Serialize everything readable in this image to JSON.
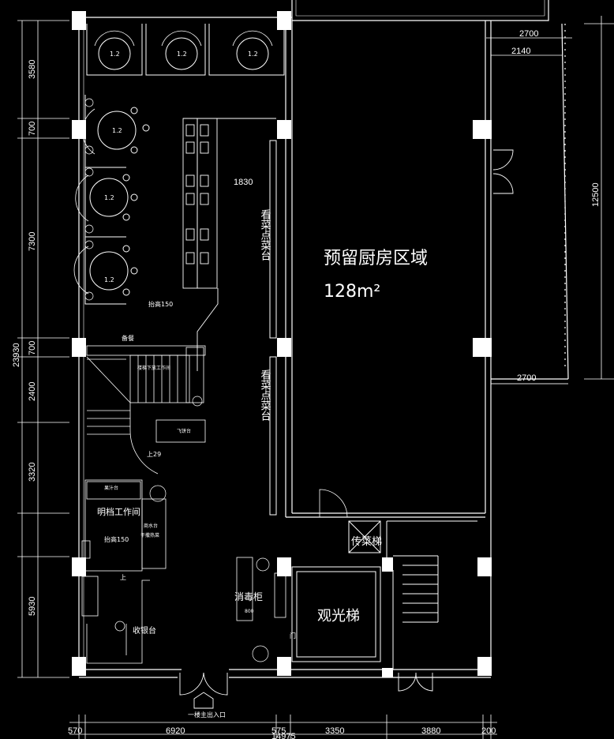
{
  "plan": {
    "kitchen_area_label": "预留厨房区域",
    "kitchen_area_size": "128m²",
    "sightseeing_elevator": "观光梯",
    "dish_elevator": "传菜梯",
    "disinfection_cabinet": "消毒柜",
    "open_workroom": "明档工作间",
    "raised_150_a": "抬高150",
    "raised_150_b": "抬高150",
    "cashier": "收银台",
    "entrance": "一楼主出入口",
    "up_29": "上29",
    "up": "上",
    "serving_station_1": "看菜点菜台",
    "serving_station_2": "看菜点菜台",
    "table_labels": [
      "1.2",
      "1.2",
      "1.2",
      "1.2",
      "1.2",
      "1.2"
    ],
    "small_labels": {
      "meal_prep": "备餐",
      "under_stair": "楼梯下放工作间",
      "bar": "飞饼台",
      "juice": "果汁台",
      "water_bar": "商水台",
      "side_board": "干撒热菜",
      "door": "门"
    }
  },
  "dimensions": {
    "left": [
      "3580",
      "700",
      "7300",
      "700",
      "2400",
      "3320",
      "5930"
    ],
    "left_total": "23930",
    "bottom": [
      "570",
      "6920",
      "575",
      "3350",
      "3880",
      "200"
    ],
    "bottom_total": "14975",
    "right_total": "12500",
    "top_right_1": "2700",
    "top_right_2": "2140",
    "mid_right": "2700",
    "inner": "1830",
    "cab_size": "800"
  }
}
